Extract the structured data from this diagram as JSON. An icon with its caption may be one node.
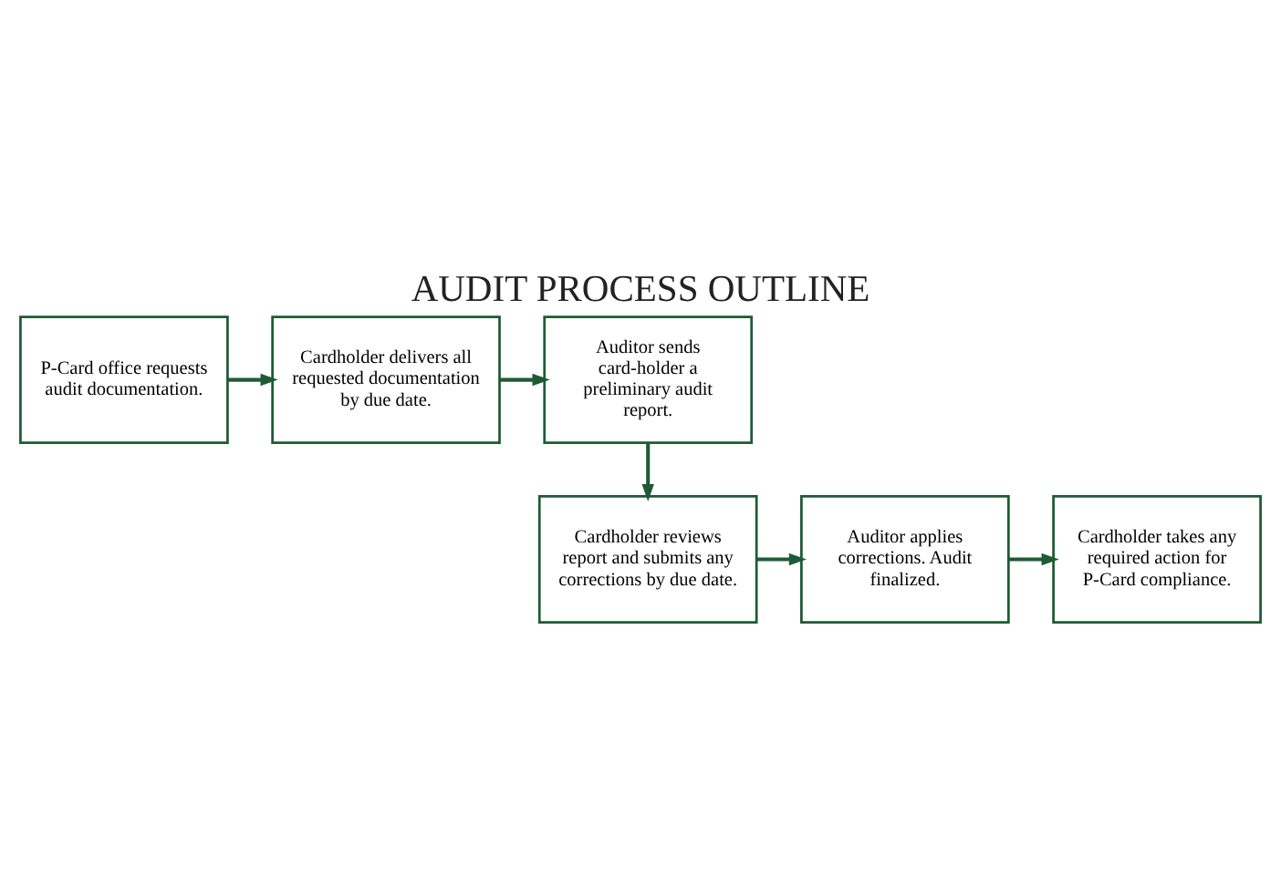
{
  "diagram": {
    "title": "AUDIT PROCESS OUTLINE",
    "nodes": [
      {
        "text": [
          "P-Card office requests audit documentation."
        ]
      },
      {
        "text": [
          "Cardholder delivers all requested documentation by due date."
        ]
      },
      {
        "text": [
          "Auditor sends card-holder a preliminary audit report."
        ]
      },
      {
        "text": [
          "Cardholder reviews report and submits any corrections by due date."
        ]
      },
      {
        "text": [
          "Auditor applies corrections. Audit finalized."
        ]
      },
      {
        "text": [
          "Cardholder takes any required action for P-Card compliance."
        ]
      }
    ],
    "edges": [
      {
        "from": 0,
        "to": 1,
        "arrow": "to"
      },
      {
        "from": 1,
        "to": 2,
        "arrow": "to"
      },
      {
        "from": 2,
        "to": 3,
        "arrow": "to"
      },
      {
        "from": 3,
        "to": 4,
        "arrow": "to"
      },
      {
        "from": 4,
        "to": 5,
        "arrow": "to"
      }
    ]
  }
}
